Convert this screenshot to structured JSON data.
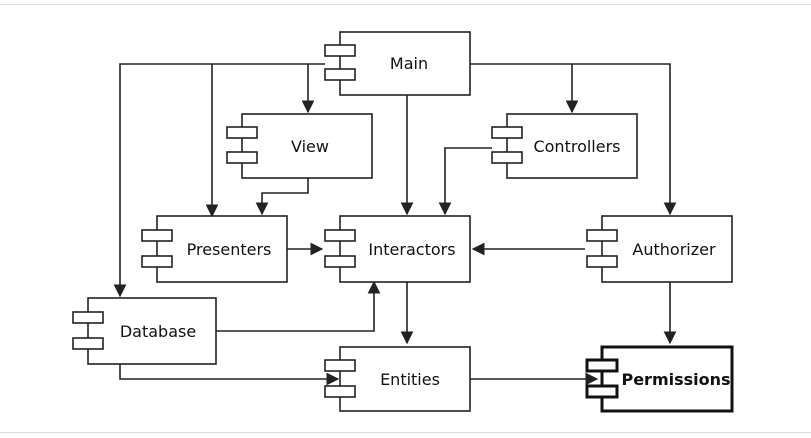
{
  "diagram": {
    "components": [
      {
        "id": "main",
        "label": "Main"
      },
      {
        "id": "view",
        "label": "View"
      },
      {
        "id": "controllers",
        "label": "Controllers"
      },
      {
        "id": "presenters",
        "label": "Presenters"
      },
      {
        "id": "interactors",
        "label": "Interactors"
      },
      {
        "id": "authorizer",
        "label": "Authorizer"
      },
      {
        "id": "database",
        "label": "Database"
      },
      {
        "id": "entities",
        "label": "Entities"
      },
      {
        "id": "permissions",
        "label": "Permissions"
      }
    ],
    "dependencies": [
      {
        "from": "main",
        "to": "view"
      },
      {
        "from": "main",
        "to": "presenters"
      },
      {
        "from": "main",
        "to": "database"
      },
      {
        "from": "main",
        "to": "interactors"
      },
      {
        "from": "main",
        "to": "controllers"
      },
      {
        "from": "main",
        "to": "authorizer"
      },
      {
        "from": "view",
        "to": "presenters"
      },
      {
        "from": "controllers",
        "to": "interactors"
      },
      {
        "from": "presenters",
        "to": "interactors"
      },
      {
        "from": "authorizer",
        "to": "interactors"
      },
      {
        "from": "database",
        "to": "interactors"
      },
      {
        "from": "interactors",
        "to": "entities"
      },
      {
        "from": "database",
        "to": "entities"
      },
      {
        "from": "authorizer",
        "to": "permissions"
      },
      {
        "from": "entities",
        "to": "permissions"
      }
    ],
    "colors": {
      "stroke": "#222222",
      "background": "#ffffff",
      "frame": "#d9d9d9"
    }
  }
}
